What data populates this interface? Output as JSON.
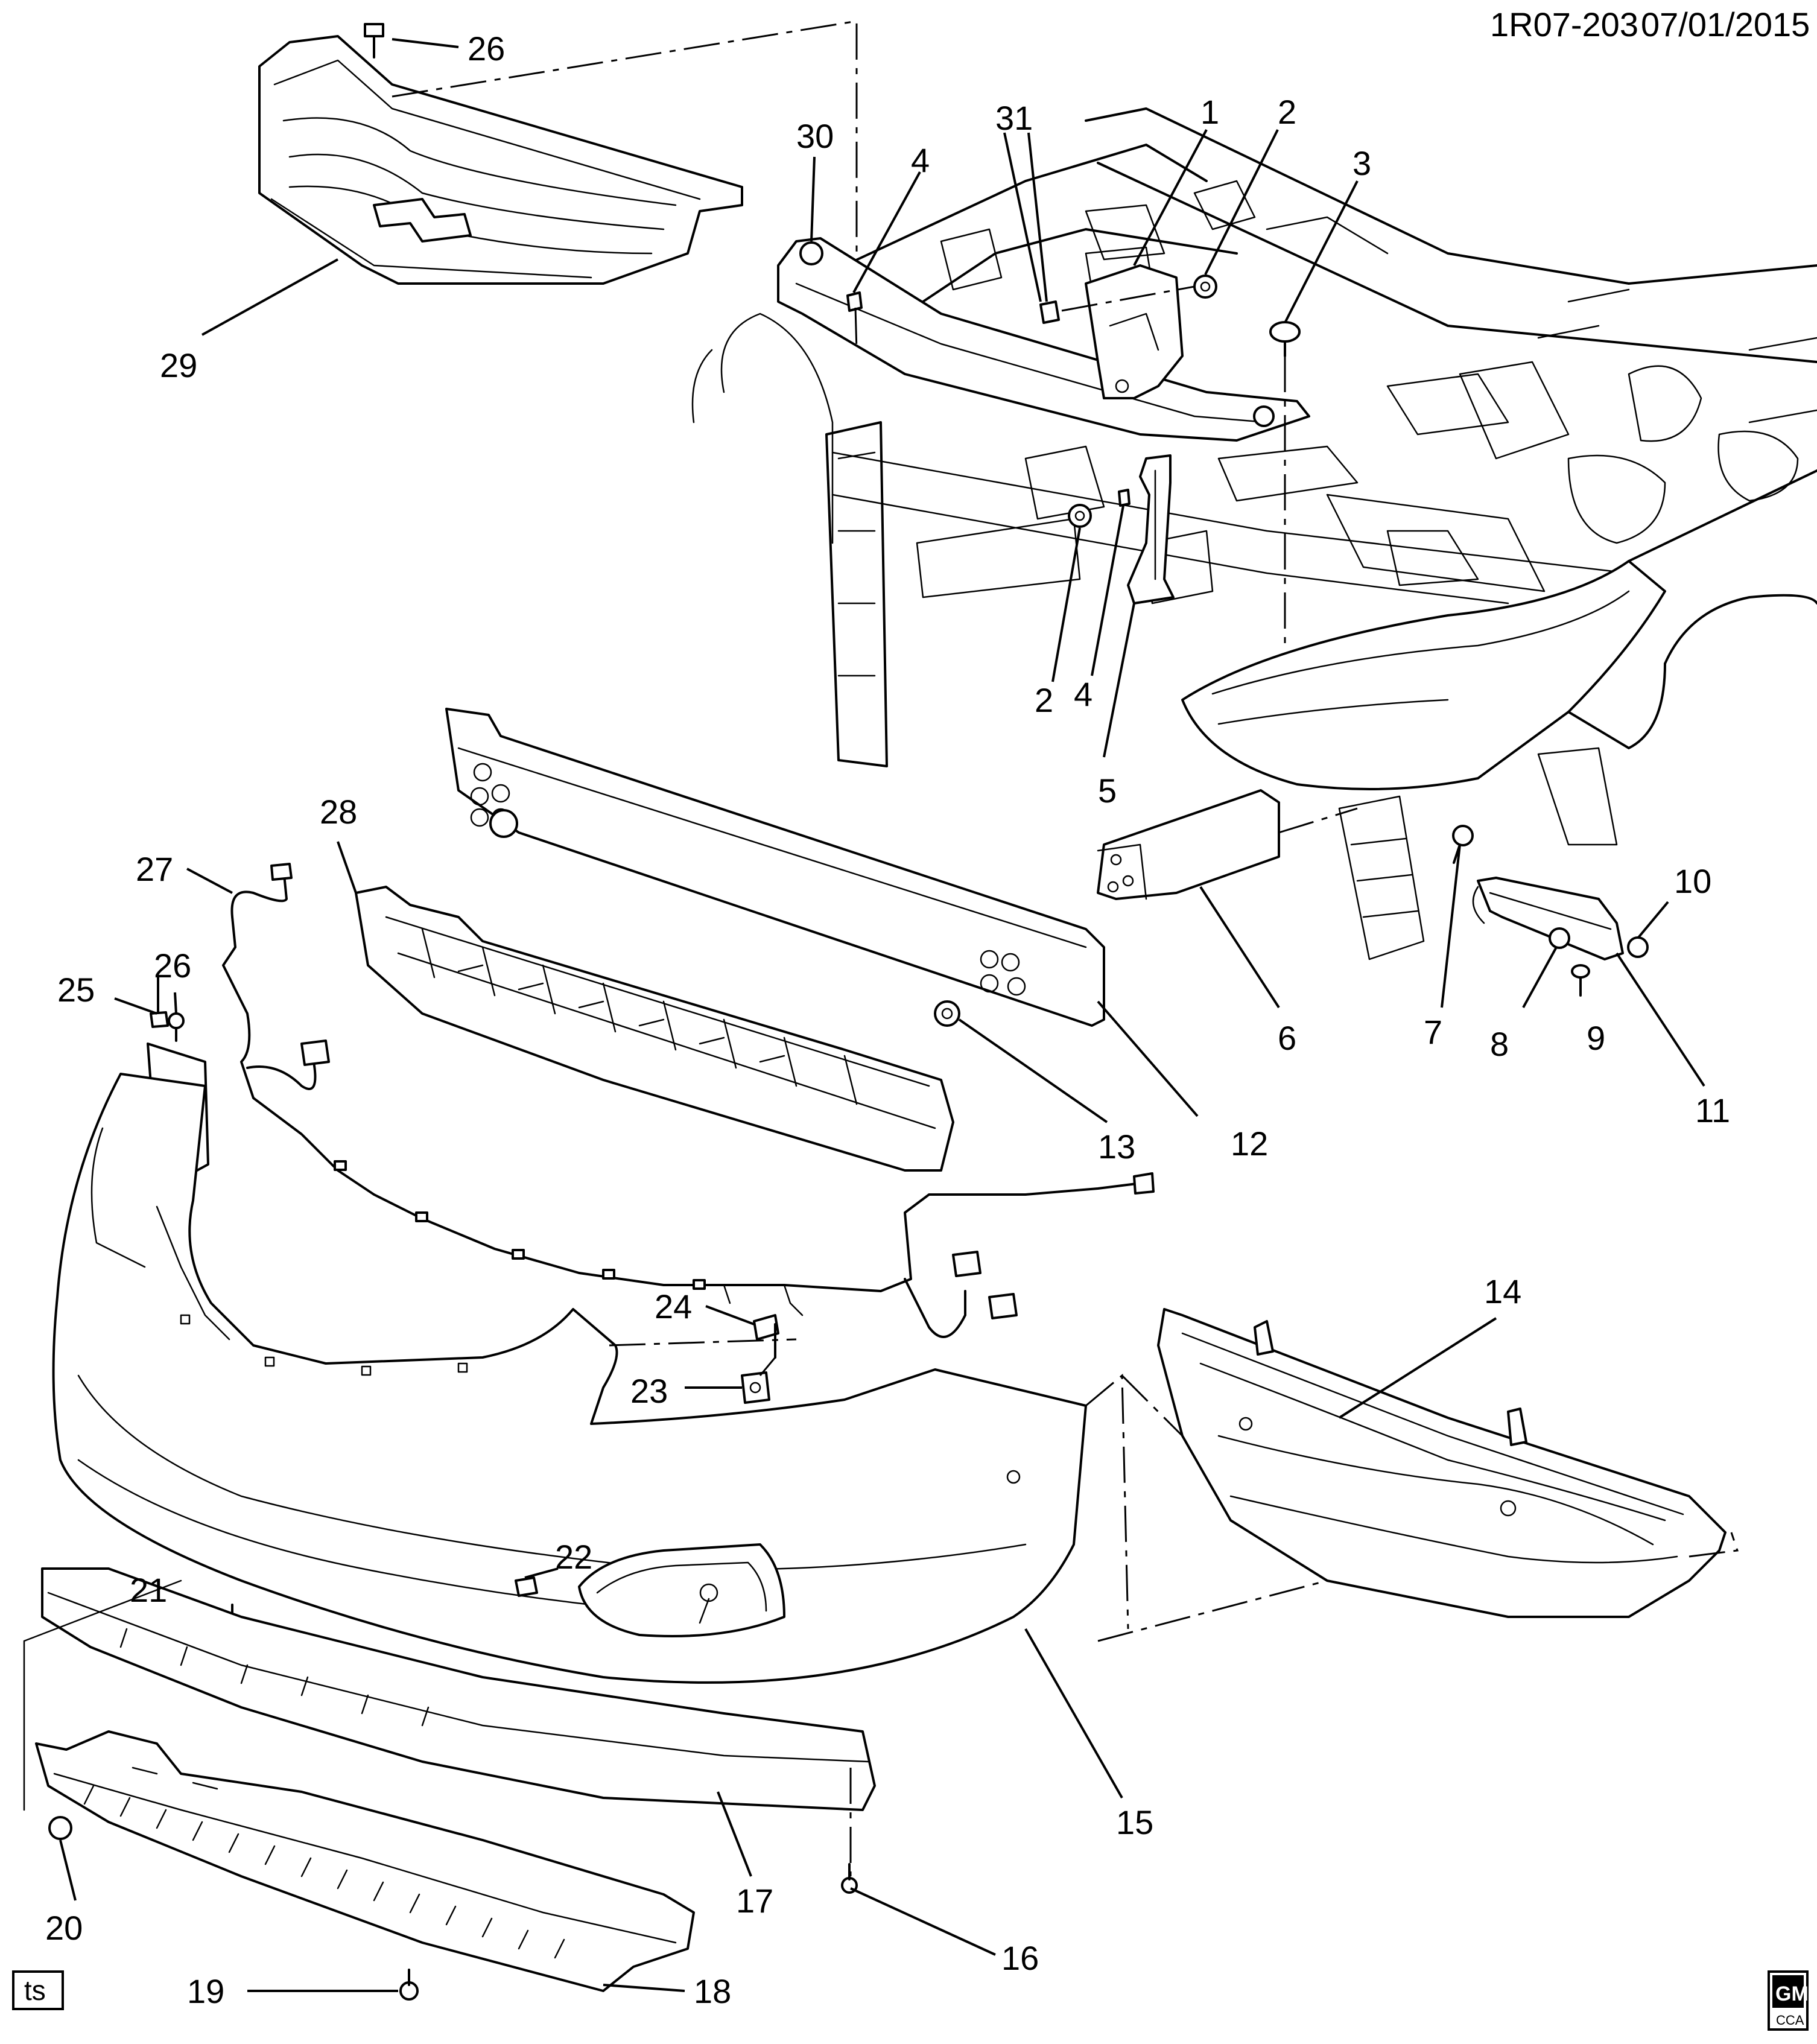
{
  "header": {
    "code": "1R07-203",
    "date": "07/01/2015"
  },
  "badges": {
    "ts": "ts",
    "gm": "GM",
    "cca": "CCA"
  },
  "callouts": [
    {
      "id": "c1",
      "n": "1"
    },
    {
      "id": "c2a",
      "n": "2"
    },
    {
      "id": "c3",
      "n": "3"
    },
    {
      "id": "c4a",
      "n": "4"
    },
    {
      "id": "c30",
      "n": "30"
    },
    {
      "id": "c31",
      "n": "31"
    },
    {
      "id": "c26a",
      "n": "26"
    },
    {
      "id": "c29",
      "n": "29"
    },
    {
      "id": "c2b",
      "n": "2"
    },
    {
      "id": "c4b",
      "n": "4"
    },
    {
      "id": "c5",
      "n": "5"
    },
    {
      "id": "c28",
      "n": "28"
    },
    {
      "id": "c27",
      "n": "27"
    },
    {
      "id": "c26b",
      "n": "26"
    },
    {
      "id": "c25",
      "n": "25"
    },
    {
      "id": "c6",
      "n": "6"
    },
    {
      "id": "c7",
      "n": "7"
    },
    {
      "id": "c8",
      "n": "8"
    },
    {
      "id": "c9",
      "n": "9"
    },
    {
      "id": "c10",
      "n": "10"
    },
    {
      "id": "c11",
      "n": "11"
    },
    {
      "id": "c12",
      "n": "12"
    },
    {
      "id": "c13",
      "n": "13"
    },
    {
      "id": "c14",
      "n": "14"
    },
    {
      "id": "c24",
      "n": "24"
    },
    {
      "id": "c23",
      "n": "23"
    },
    {
      "id": "c22",
      "n": "22"
    },
    {
      "id": "c21",
      "n": "21"
    },
    {
      "id": "c15",
      "n": "15"
    },
    {
      "id": "c17",
      "n": "17"
    },
    {
      "id": "c16",
      "n": "16"
    },
    {
      "id": "c20",
      "n": "20"
    },
    {
      "id": "c19",
      "n": "19"
    },
    {
      "id": "c18",
      "n": "18"
    }
  ]
}
